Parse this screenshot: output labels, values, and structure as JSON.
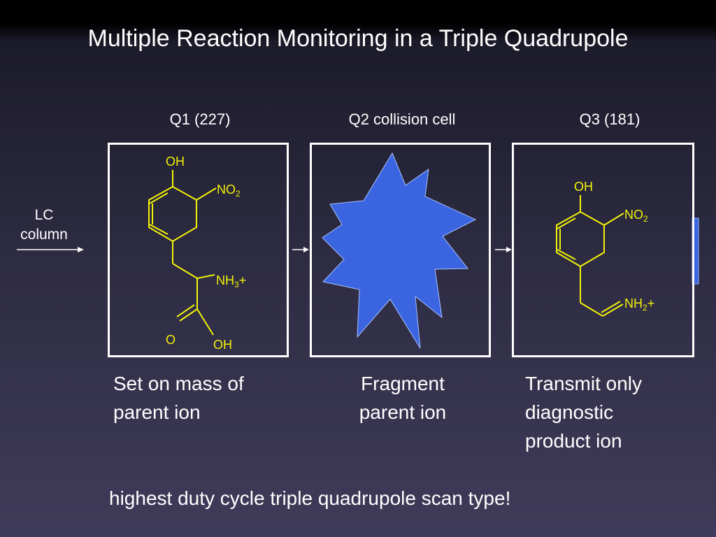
{
  "title": "Multiple Reaction Monitoring in a Triple Quadrupole",
  "input": {
    "label_line1": "LC",
    "label_line2": "column"
  },
  "stages": [
    {
      "id": "q1",
      "label": "Q1 (227)",
      "description_line1": "Set on mass of",
      "description_line2": "parent ion",
      "molecule": {
        "oh": "OH",
        "no2_main": "NO",
        "no2_sub": "2",
        "nh3_main": "NH",
        "nh3_sub": "3",
        "nh3_charge": "+",
        "o": "O",
        "cooh": "OH"
      }
    },
    {
      "id": "q2",
      "label": "Q2 collision cell",
      "description_line1": "Fragment",
      "description_line2": "parent ion"
    },
    {
      "id": "q3",
      "label": "Q3 (181)",
      "description_line1": "Transmit only",
      "description_line2": "diagnostic",
      "description_line3": "product ion",
      "molecule": {
        "oh": "OH",
        "no2_main": "NO",
        "no2_sub": "2",
        "nh2_main": "NH",
        "nh2_sub": "2",
        "nh2_charge": "+"
      }
    }
  ],
  "footer": "highest duty cycle triple quadrupole scan type!",
  "colors": {
    "structure": "#f2f208",
    "burst": "#3b64e0",
    "detector": "#3b64e0",
    "background_top": "#000000",
    "background_bottom": "#3f3b5a"
  }
}
